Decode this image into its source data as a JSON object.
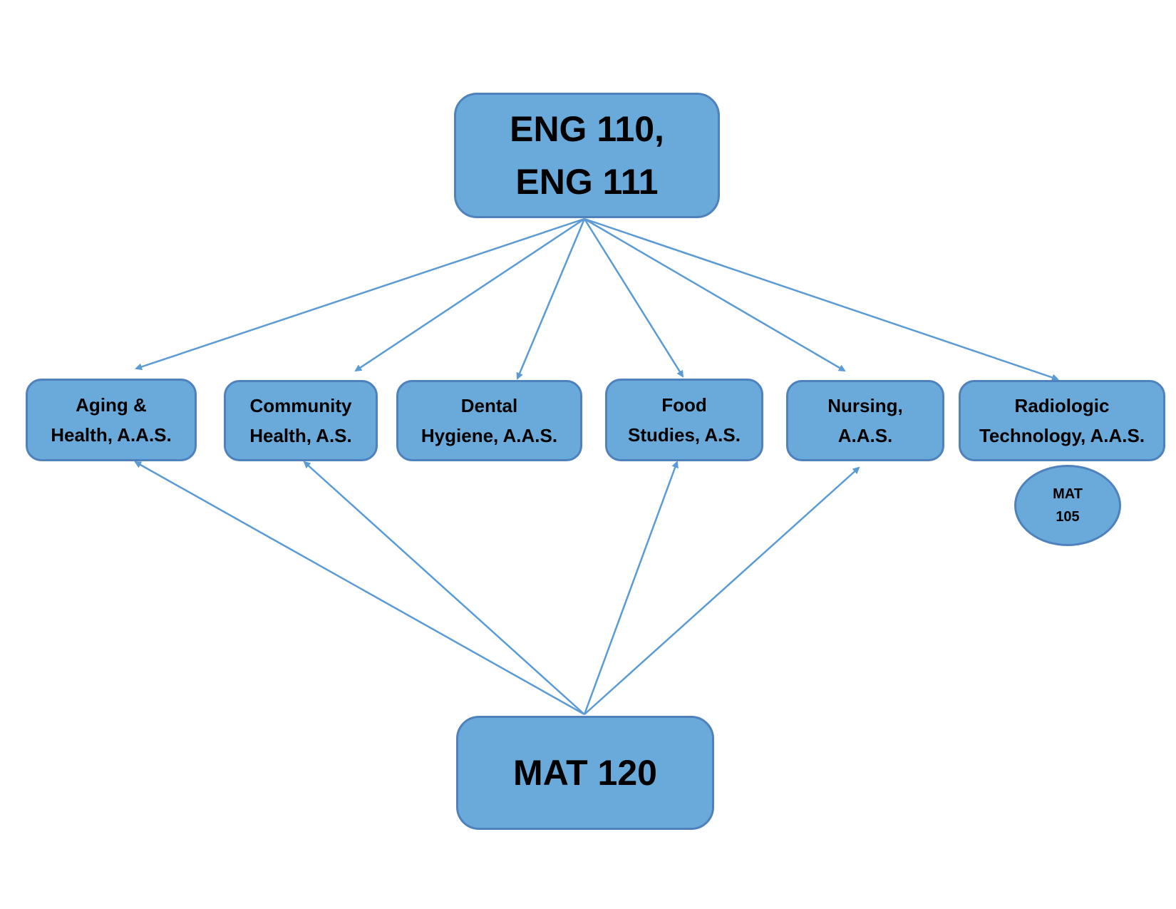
{
  "diagram": {
    "colors": {
      "node_fill": "#6aaadb",
      "node_border": "#4f81bd",
      "edge": "#5b9bd5"
    },
    "nodes": {
      "eng": {
        "label": "ENG 110,\nENG 111"
      },
      "mat120": {
        "label": "MAT 120"
      },
      "aging": {
        "label": "Aging &\nHealth, A.A.S."
      },
      "community": {
        "label": "Community\nHealth, A.S."
      },
      "dental": {
        "label": "Dental\nHygiene, A.A.S."
      },
      "food": {
        "label": "Food\nStudies, A.S."
      },
      "nursing": {
        "label": "Nursing,\nA.A.S."
      },
      "radiologic": {
        "label": "Radiologic\nTechnology, A.A.S."
      },
      "mat105": {
        "label": "MAT\n105"
      }
    },
    "edges": [
      {
        "from": "eng",
        "to": "aging"
      },
      {
        "from": "eng",
        "to": "community"
      },
      {
        "from": "eng",
        "to": "dental"
      },
      {
        "from": "eng",
        "to": "food"
      },
      {
        "from": "eng",
        "to": "nursing"
      },
      {
        "from": "eng",
        "to": "radiologic"
      },
      {
        "from": "mat120",
        "to": "aging"
      },
      {
        "from": "mat120",
        "to": "community"
      },
      {
        "from": "mat120",
        "to": "food"
      },
      {
        "from": "mat120",
        "to": "nursing"
      }
    ]
  }
}
